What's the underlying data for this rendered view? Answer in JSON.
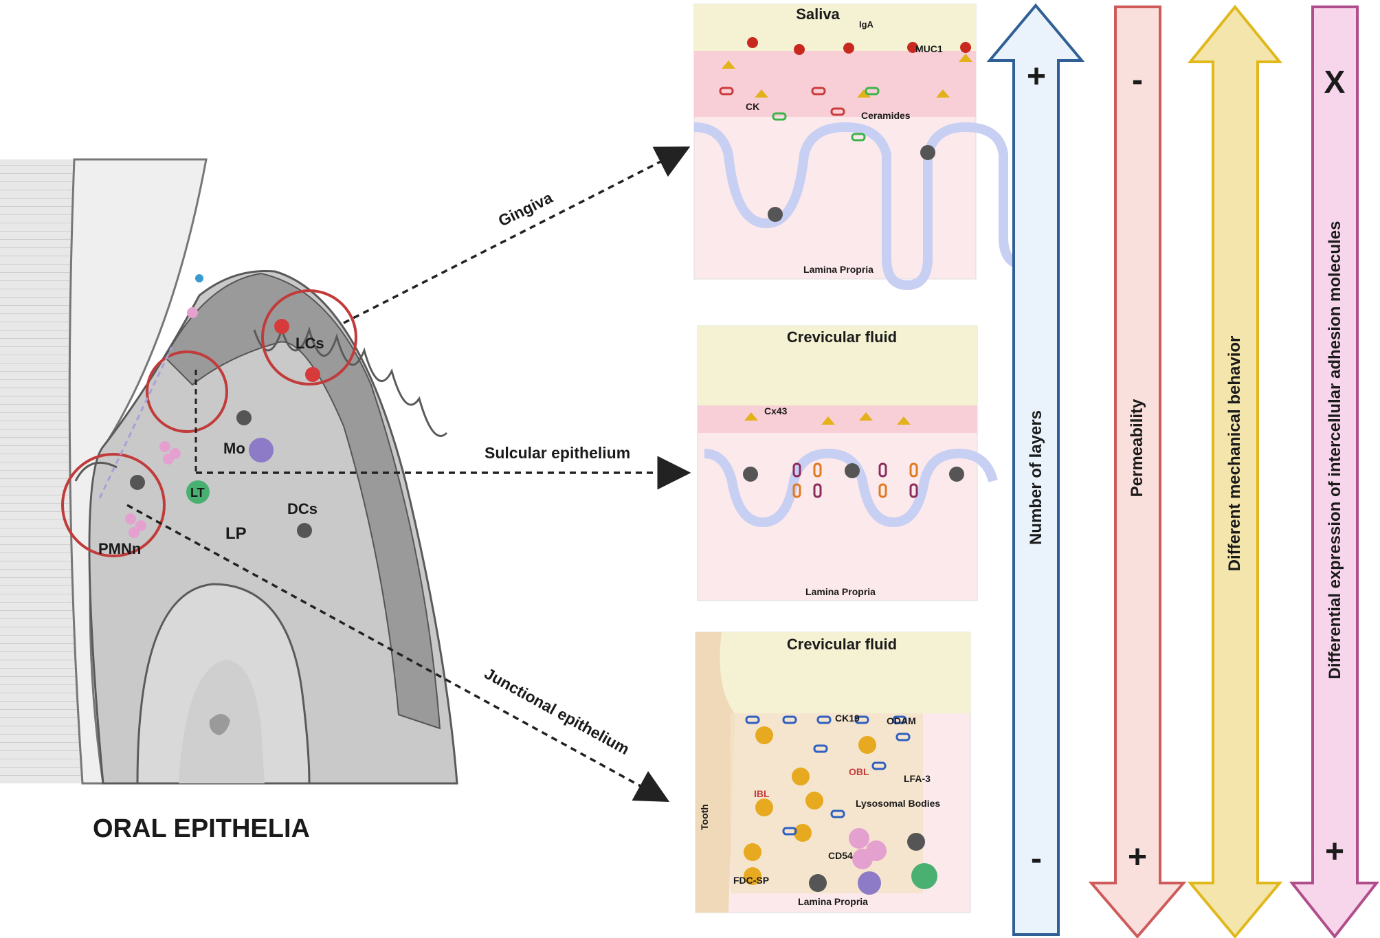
{
  "title": "ORAL EPITHELIA",
  "anatomy": {
    "lcs": "LCs",
    "mo": "Mo",
    "lt": "LT",
    "dcs": "DCs",
    "lp": "LP",
    "pmnn": "PMNn"
  },
  "arrow_labels": {
    "gingiva": "Gingiva",
    "sulcular": "Sulcular epithelium",
    "junctional": "Junctional epithelium"
  },
  "panel_gingiva": {
    "top": "Saliva",
    "iga": "IgA",
    "muc1": "MUC1",
    "ck": "CK",
    "ceramides": "Ceramides",
    "bottom": "Lamina Propria"
  },
  "panel_sulcular": {
    "top": "Crevicular fluid",
    "cx43": "Cx43",
    "bottom": "Lamina Propria"
  },
  "panel_junctional": {
    "top": "Crevicular fluid",
    "ck19": "CK19",
    "odam": "ODAM",
    "obl": "OBL",
    "lfa3": "LFA-3",
    "ibl": "IBL",
    "lysosomal": "Lysosomal Bodies",
    "tooth": "Tooth",
    "cd54": "CD54",
    "fdcsp": "FDC-SP",
    "bottom": "Lamina Propria"
  },
  "gradients": [
    {
      "label": "Number of layers",
      "top_sign": "+",
      "bottom_sign": "-",
      "color": "#2f5f95",
      "fill": "#eaf3fb"
    },
    {
      "label": "Permeability",
      "top_sign": "-",
      "bottom_sign": "+",
      "color": "#cf5a5a",
      "fill": "#f9e0dc"
    },
    {
      "label": "Different mechanical behavior",
      "top_sign": "",
      "bottom_sign": "",
      "color": "#e0b81c",
      "fill": "#f4e5ad"
    },
    {
      "label": "Differential expression of intercellular adhesion molecules",
      "top_sign": "X",
      "bottom_sign": "+",
      "color": "#b04d8b",
      "fill": "#f7d6ec"
    }
  ]
}
